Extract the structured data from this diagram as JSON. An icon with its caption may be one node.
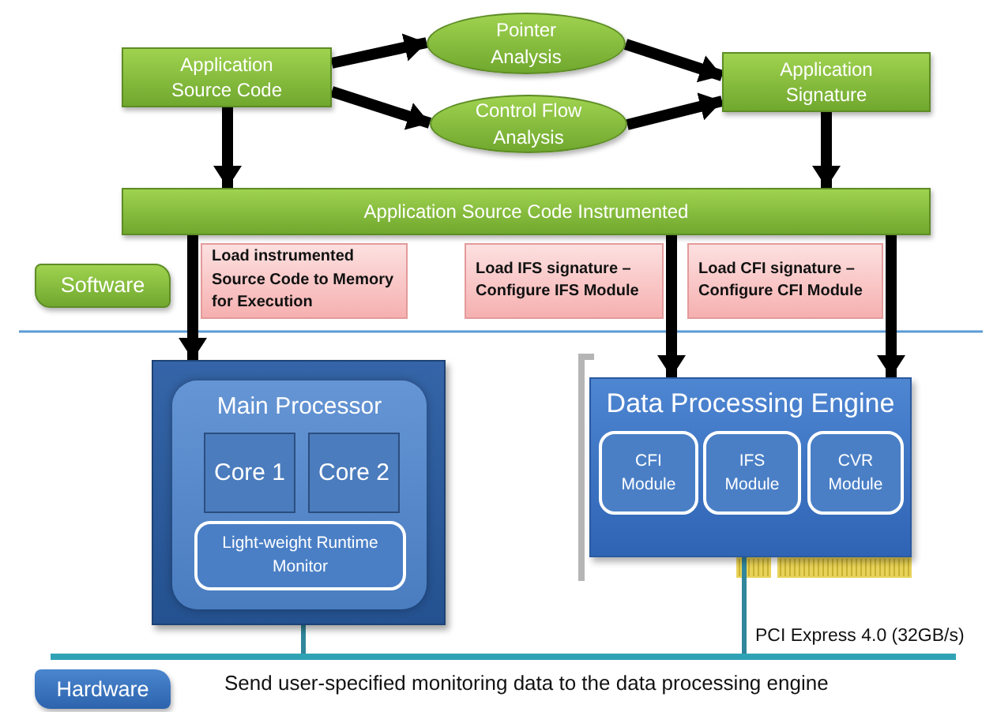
{
  "diagram": {
    "nodes": [
      {
        "text": [
          "Application Source Code"
        ]
      },
      {
        "text": [
          "Pointer Analysis"
        ]
      },
      {
        "text": [
          "Control Flow Analysis"
        ]
      },
      {
        "text": [
          "Application Signature"
        ]
      },
      {
        "text": [
          "Application Source Code Instrumented"
        ]
      },
      {
        "text": [
          "Load instrumented Source Code to Memory for Execution"
        ]
      },
      {
        "text": [
          "Load IFS signature – Configure IFS Module"
        ]
      },
      {
        "text": [
          "Load CFI signature – Configure CFI Module"
        ]
      },
      {
        "text": [
          "Software"
        ]
      },
      {
        "text": [],
        "shape": "box"
      },
      {
        "text": [
          "Main Processor"
        ],
        "in": 9
      },
      {
        "text": [
          "Core 1"
        ],
        "in": 10
      },
      {
        "text": [
          "Core 2"
        ],
        "in": 10
      },
      {
        "text": [
          "Light-weight Runtime Monitor"
        ],
        "in": 10
      },
      {
        "text": [
          "Data Processing Engine"
        ]
      },
      {
        "text": [
          "CFI Module"
        ],
        "in": 14
      },
      {
        "text": [
          "IFS Module"
        ],
        "in": 14
      },
      {
        "text": [
          "CVR Module"
        ],
        "in": 14
      },
      {
        "text": [],
        "shape": "bar",
        "beside": [
          "PCI Express 4.0 (32GB/s)"
        ]
      },
      {
        "text": [
          "Hardware"
        ]
      }
    ],
    "edges": [
      {
        "from": 0,
        "to": 1,
        "arrow": "to"
      },
      {
        "from": 0,
        "to": 2,
        "arrow": "to"
      },
      {
        "from": 1,
        "to": 3,
        "arrow": "to"
      },
      {
        "from": 2,
        "to": 3,
        "arrow": "to"
      },
      {
        "from": 0,
        "to": 4,
        "arrow": "to"
      },
      {
        "from": 3,
        "to": 4,
        "arrow": "to"
      },
      {
        "from": 4,
        "to": 9,
        "arrow": "to"
      },
      {
        "from": 4,
        "to": 14,
        "arrow": "to"
      },
      {
        "from": 4,
        "to": 14,
        "arrow": "to"
      },
      {
        "from": 9,
        "to": 18,
        "arrow": "none",
        "color": "#31869b"
      },
      {
        "from": 14,
        "to": 18,
        "arrow": "none",
        "color": "#31869b"
      }
    ],
    "labels": [
      "Send user-specified monitoring data to the data processing engine"
    ]
  }
}
